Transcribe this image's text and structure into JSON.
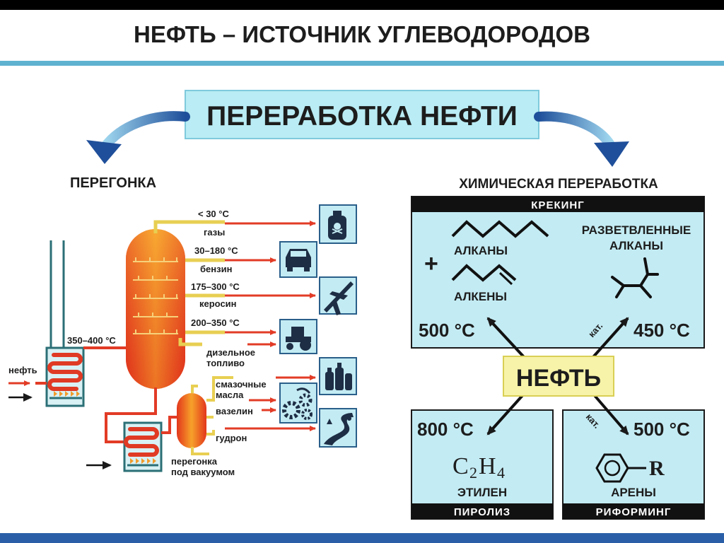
{
  "header": {
    "title": "НЕФТЬ – ИСТОЧНИК УГЛЕВОДОРОДОВ"
  },
  "center": {
    "title": "ПЕРЕРАБОТКА НЕФТИ"
  },
  "distillation": {
    "heading": "ПЕРЕГОНКА",
    "feed_label": "нефть",
    "furnace_temp": "350–400 °C",
    "vacuum_label_1": "перегонка",
    "vacuum_label_2": "под вакуумом",
    "fractions": [
      {
        "temp": "< 30 °C",
        "name": "газы",
        "icon": "gas-bottle-icon"
      },
      {
        "temp": "30–180 °C",
        "name": "бензин",
        "icon": "car-icon"
      },
      {
        "temp": "175–300 °C",
        "name": "керосин",
        "icon": "airplane-icon"
      },
      {
        "temp": "200–350 °C",
        "name_1": "дизельное",
        "name_2": "топливо",
        "icon": "tractor-icon"
      }
    ],
    "vacuum_fractions": [
      {
        "name_1": "смазочные",
        "name_2": "масла",
        "icon": "oil-can-icon"
      },
      {
        "name": "вазелин",
        "icon": "gears-icon"
      },
      {
        "name": "гудрон",
        "icon": "road-icon"
      }
    ]
  },
  "chemical": {
    "heading": "ХИМИЧЕСКАЯ ПЕРЕРАБОТКА",
    "center_label": "НЕФТЬ",
    "cracking": {
      "bar": "КРЕКИНГ",
      "plus": "+",
      "alkanes": "АЛКАНЫ",
      "alkenes": "АЛКЕНЫ",
      "temp": "500 °C"
    },
    "branched": {
      "label_1": "РАЗВЕТВЛЕННЫЕ",
      "label_2": "АЛКАНЫ",
      "temp": "450 °C",
      "catalyst": "кат."
    },
    "pyrolysis": {
      "bar": "ПИРОЛИЗ",
      "temp": "800 °C",
      "formula_c": "C",
      "formula_2": "2",
      "formula_h": "H",
      "formula_4": "4",
      "product": "ЭТИЛЕН"
    },
    "reforming": {
      "bar": "РИФОРМИНГ",
      "temp": "500 °C",
      "catalyst": "кат.",
      "substituent": "R",
      "product": "АРЕНЫ"
    }
  }
}
